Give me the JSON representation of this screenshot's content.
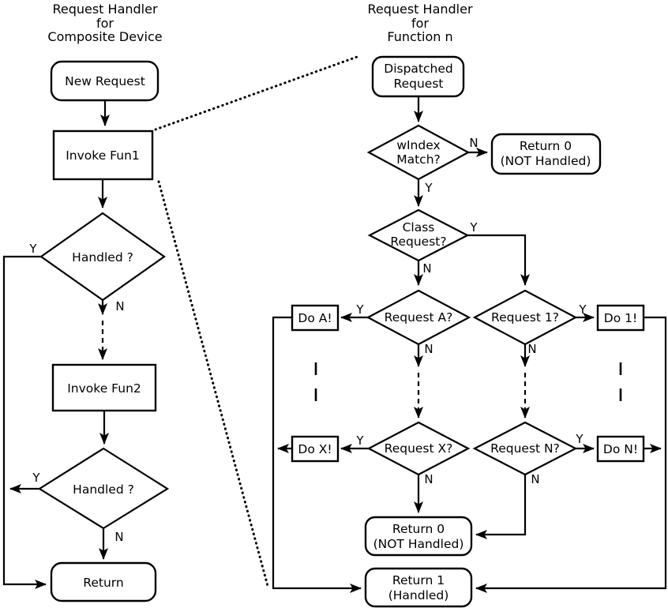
{
  "colors": {
    "line": "#000000",
    "text": "#000000",
    "background": "#ffffff"
  },
  "labels": {
    "yes": "Y",
    "no": "N"
  },
  "left": {
    "title": {
      "l1": "Request Handler",
      "l2": "for",
      "l3": "Composite Device"
    },
    "new_request": "New Request",
    "invoke_fun1": "Invoke Fun1",
    "handled1": "Handled ?",
    "invoke_fun2": "Invoke Fun2",
    "handled2": "Handled ?",
    "return": "Return"
  },
  "right": {
    "title": {
      "l1": "Request Handler",
      "l2": "for",
      "l3": "Function n"
    },
    "dispatched": {
      "l1": "Dispatched",
      "l2": "Request"
    },
    "windex": {
      "l1": "wIndex",
      "l2": "Match?"
    },
    "return0_top": {
      "l1": "Return 0",
      "l2": "(NOT Handled)"
    },
    "class_request": {
      "l1": "Class",
      "l2": "Request?"
    },
    "request_a": "Request A?",
    "request_1": "Request 1?",
    "do_a": "Do A!",
    "do_1": "Do 1!",
    "request_x": "Request X?",
    "request_n": "Request N?",
    "do_x": "Do X!",
    "do_n": "Do N!",
    "return0_bottom": {
      "l1": "Return 0",
      "l2": "(NOT Handled)"
    },
    "return1": {
      "l1": "Return 1",
      "l2": "(Handled)"
    }
  }
}
